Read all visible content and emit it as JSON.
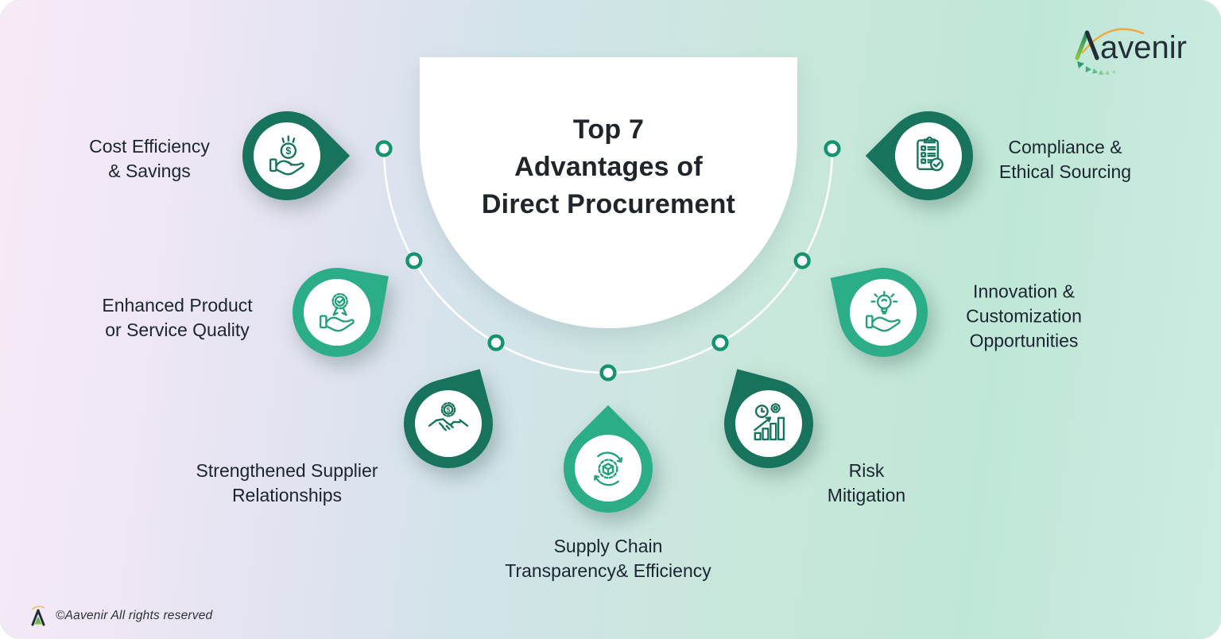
{
  "header": {
    "title_lines": [
      "Top 7",
      "Advantages of",
      "Direct Procurement"
    ]
  },
  "brand": {
    "name": "Aavenir",
    "wordmark_rest": "avenir"
  },
  "footer": {
    "copyright": "©Aavenir All rights reserved"
  },
  "colors": {
    "accent_dark_green": "#17735B",
    "accent_emerald": "#2BAD87",
    "dot_ring_green": "#14936E",
    "logo_arc_orange": "#F2A93B",
    "title_text": "#20242B",
    "label_text": "#1B2530"
  },
  "items": [
    {
      "label_lines": [
        "Cost Efficiency",
        "& Savings"
      ],
      "icon": "hand-coin-icon",
      "variant": "dark"
    },
    {
      "label_lines": [
        "Enhanced Product",
        "or Service Quality"
      ],
      "icon": "hand-award-icon",
      "variant": "light"
    },
    {
      "label_lines": [
        "Strengthened Supplier",
        "Relationships"
      ],
      "icon": "handshake-gear-icon",
      "variant": "dark"
    },
    {
      "label_lines": [
        "Supply Chain",
        "Transparency& Efficiency"
      ],
      "icon": "cube-cycle-icon",
      "variant": "light"
    },
    {
      "label_lines": [
        "Risk",
        "Mitigation"
      ],
      "icon": "growth-chart-icon",
      "variant": "dark"
    },
    {
      "label_lines": [
        "Innovation &",
        "Customization",
        "Opportunities"
      ],
      "icon": "hand-lightbulb-icon",
      "variant": "light"
    },
    {
      "label_lines": [
        "Compliance &",
        "Ethical Sourcing"
      ],
      "icon": "clipboard-check-icon",
      "variant": "dark"
    }
  ]
}
